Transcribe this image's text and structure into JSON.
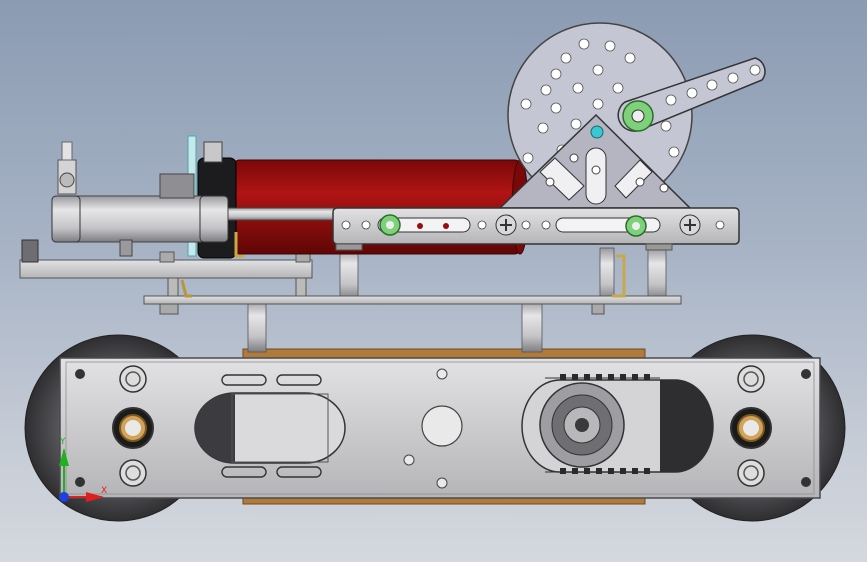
{
  "viewport": {
    "name": "3d-model-view",
    "background_top": "#8b9bb2",
    "background_bottom": "#d4d8de"
  },
  "model": {
    "colors": {
      "plate": "#c9c9cb",
      "plate_dark": "#8f8f93",
      "cylinder_red": "#9a0c0c",
      "cylinder_red_dark": "#5f0606",
      "wood": "#b07a3a",
      "tire": "#4b4b4e",
      "green_washer": "#7fd07a",
      "cyan_dot": "#39c7d4"
    }
  },
  "triad": {
    "x_label": "X",
    "y_label": "Y",
    "x_color": "#e02020",
    "y_color": "#20b020",
    "z_color": "#2040e0"
  }
}
